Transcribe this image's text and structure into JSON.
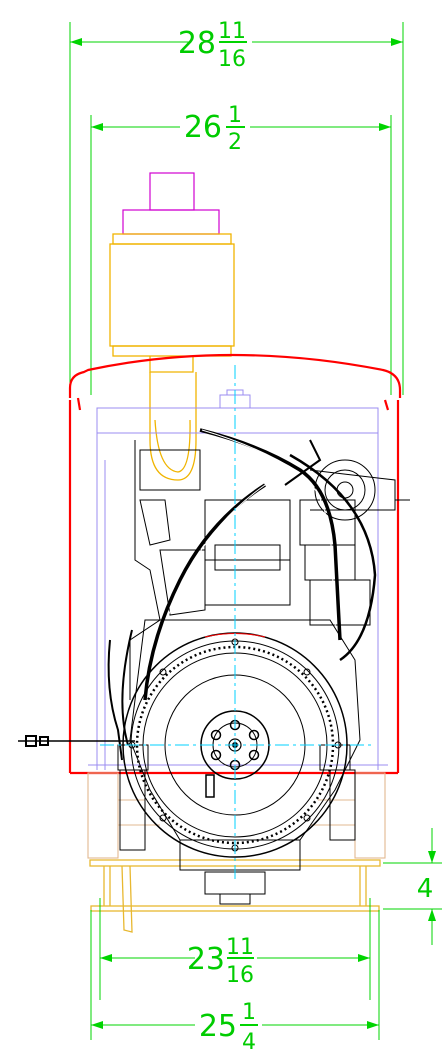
{
  "colors": {
    "dimension": "#00d400",
    "enclosure": "#ff0000",
    "air_filter": "#f0b400",
    "filter_cap": "#d000d0",
    "enclosure_inner": "#9b8cf0",
    "frame": "#e2b890",
    "centerline": "#00d0ff",
    "engine_outline": "#000000",
    "base_rail": "#e8b830"
  },
  "dimensions": {
    "overall_width": {
      "whole": "28",
      "num": "11",
      "den": "16"
    },
    "enclosure_width": {
      "whole": "26",
      "num": "1",
      "den": "2"
    },
    "base_inner_width": {
      "whole": "23",
      "num": "11",
      "den": "16"
    },
    "base_outer_width": {
      "whole": "25",
      "num": "1",
      "den": "4"
    },
    "base_height": {
      "whole": "4"
    }
  }
}
